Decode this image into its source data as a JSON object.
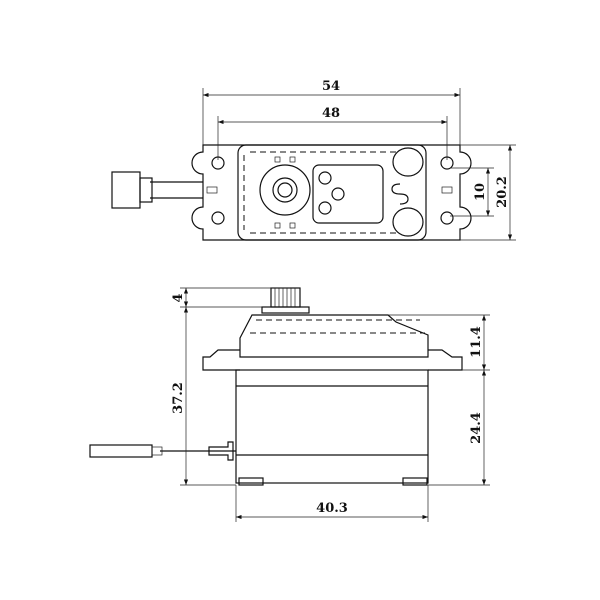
{
  "dimensions": {
    "top_overall_width": "54",
    "top_hole_spacing": "48",
    "top_hole_vertical_spacing": "10",
    "top_overall_depth": "20.2",
    "side_spline_height": "4",
    "side_total_height": "37.2",
    "side_upper_height": "11.4",
    "side_lower_height": "24.4",
    "side_case_width": "40.3"
  }
}
